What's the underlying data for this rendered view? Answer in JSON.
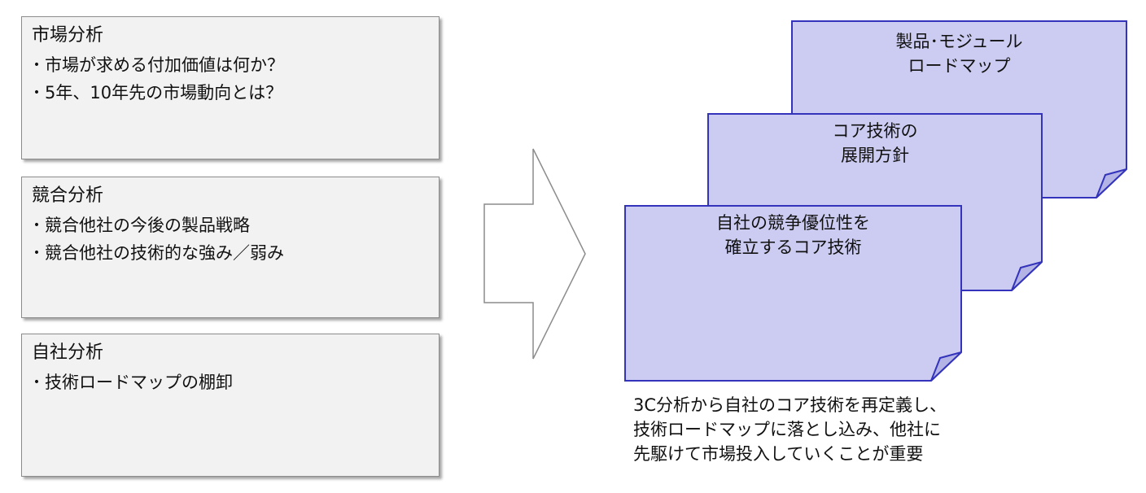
{
  "panels": [
    {
      "title": "市場分析",
      "items": [
        "市場が求める付加価値は何か？",
        "5年、10年先の市場動向とは？"
      ]
    },
    {
      "title": "競合分析",
      "items": [
        "競合他社の今後の製品戦略",
        "競合他社の技術的な強み／弱み"
      ]
    },
    {
      "title": "自社分析",
      "items": [
        "技術ロードマップの棚卸"
      ]
    }
  ],
  "bullet_glyph": "•",
  "notes": [
    {
      "lines": [
        "製品･モジュール",
        "ロードマップ"
      ]
    },
    {
      "lines": [
        "コア技術の",
        "展開方針"
      ]
    },
    {
      "lines": [
        "自社の競争優位性を",
        "確立するコア技術"
      ]
    }
  ],
  "caption": {
    "lines": [
      "3C分析から自社のコア技術を再定義し、",
      "技術ロードマップに落とし込み、他社に",
      "先駆けて市場投入していくことが重要"
    ]
  },
  "colors": {
    "panel_bg": "#f2f2f2",
    "panel_border": "#8c8c8c",
    "note_fill": "#ccccf2",
    "note_border": "#3333bb",
    "arrow_stroke": "#8c8c8c"
  }
}
